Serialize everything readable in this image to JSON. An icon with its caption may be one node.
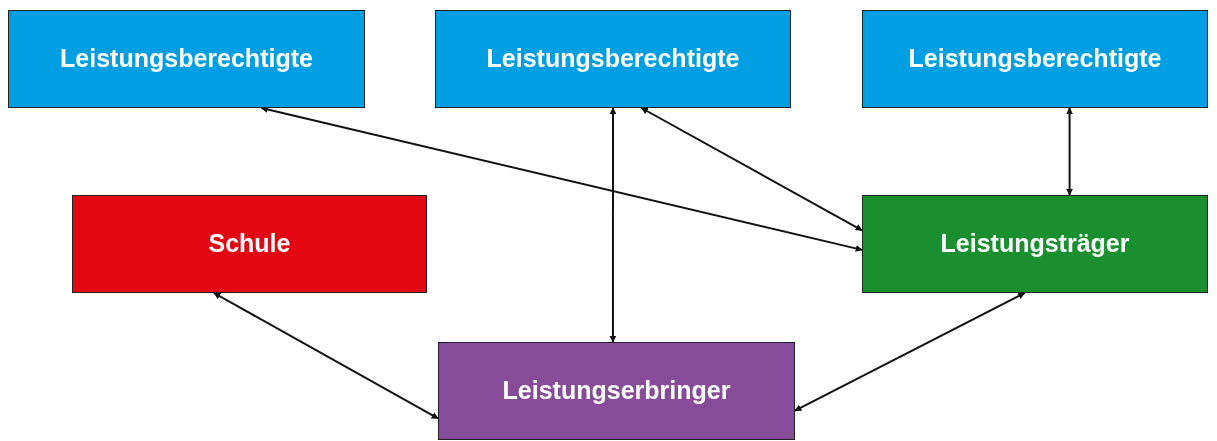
{
  "diagram": {
    "nodes": [
      {
        "text": [
          "Leistungsberechtigte"
        ]
      },
      {
        "text": [
          "Leistungsberechtigte"
        ]
      },
      {
        "text": [
          "Leistungsberechtigte"
        ]
      },
      {
        "text": [
          "Schule"
        ]
      },
      {
        "text": [
          "Leistungsträger"
        ]
      },
      {
        "text": [
          "Leistungserbringer"
        ]
      }
    ],
    "edges": [
      {
        "from": 0,
        "to": 4,
        "arrow": "both"
      },
      {
        "from": 1,
        "to": 4,
        "arrow": "both"
      },
      {
        "from": 1,
        "to": 5,
        "arrow": "both"
      },
      {
        "from": 2,
        "to": 4,
        "arrow": "both"
      },
      {
        "from": 3,
        "to": 5,
        "arrow": "both"
      },
      {
        "from": 5,
        "to": 4,
        "arrow": "both"
      }
    ]
  }
}
